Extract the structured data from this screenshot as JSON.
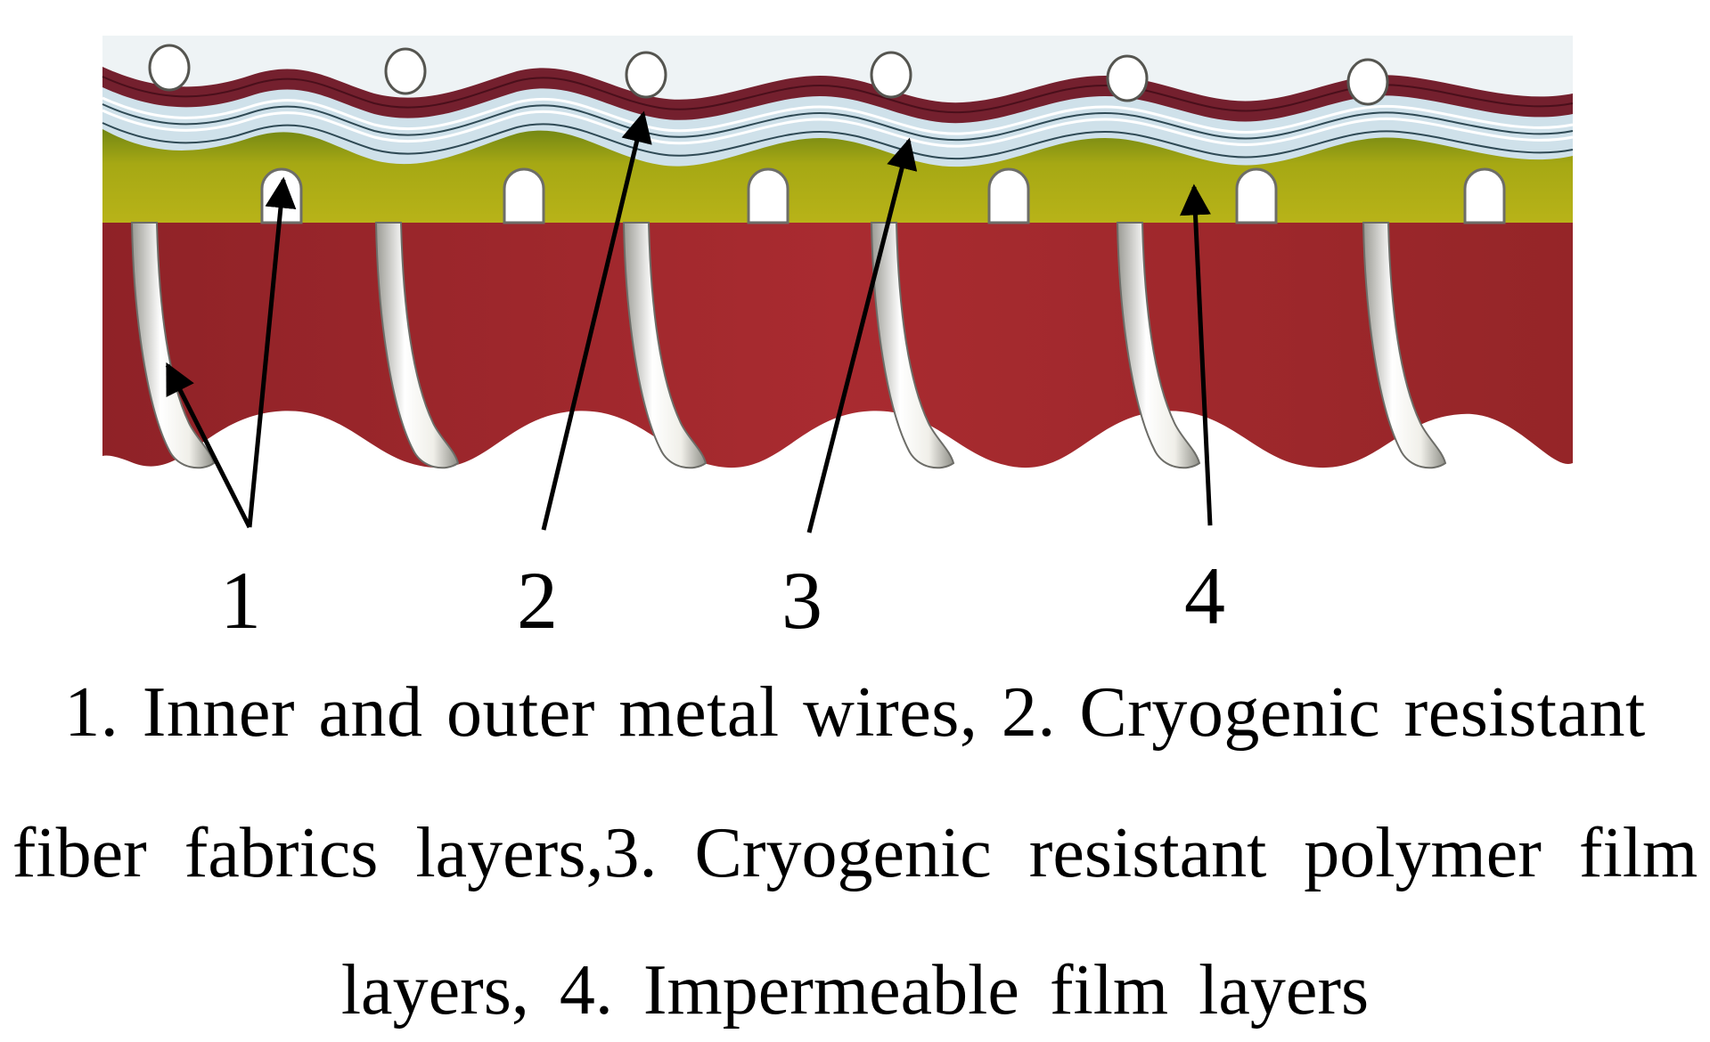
{
  "labels": [
    "1",
    "2",
    "3",
    "4"
  ],
  "caption": [
    "1. Inner and outer metal wires, 2. Cryogenic resistant",
    "fiber fabrics layers,3. Cryogenic resistant polymer film",
    "layers, 4. Impermeable film layers"
  ],
  "colors": {
    "hose_body": "#a42a2e",
    "outer_fabric": "#7a2230",
    "polymer_film": "#c9dde6",
    "impermeable_film": "#a3a814",
    "wire": "#f2f1ec"
  }
}
